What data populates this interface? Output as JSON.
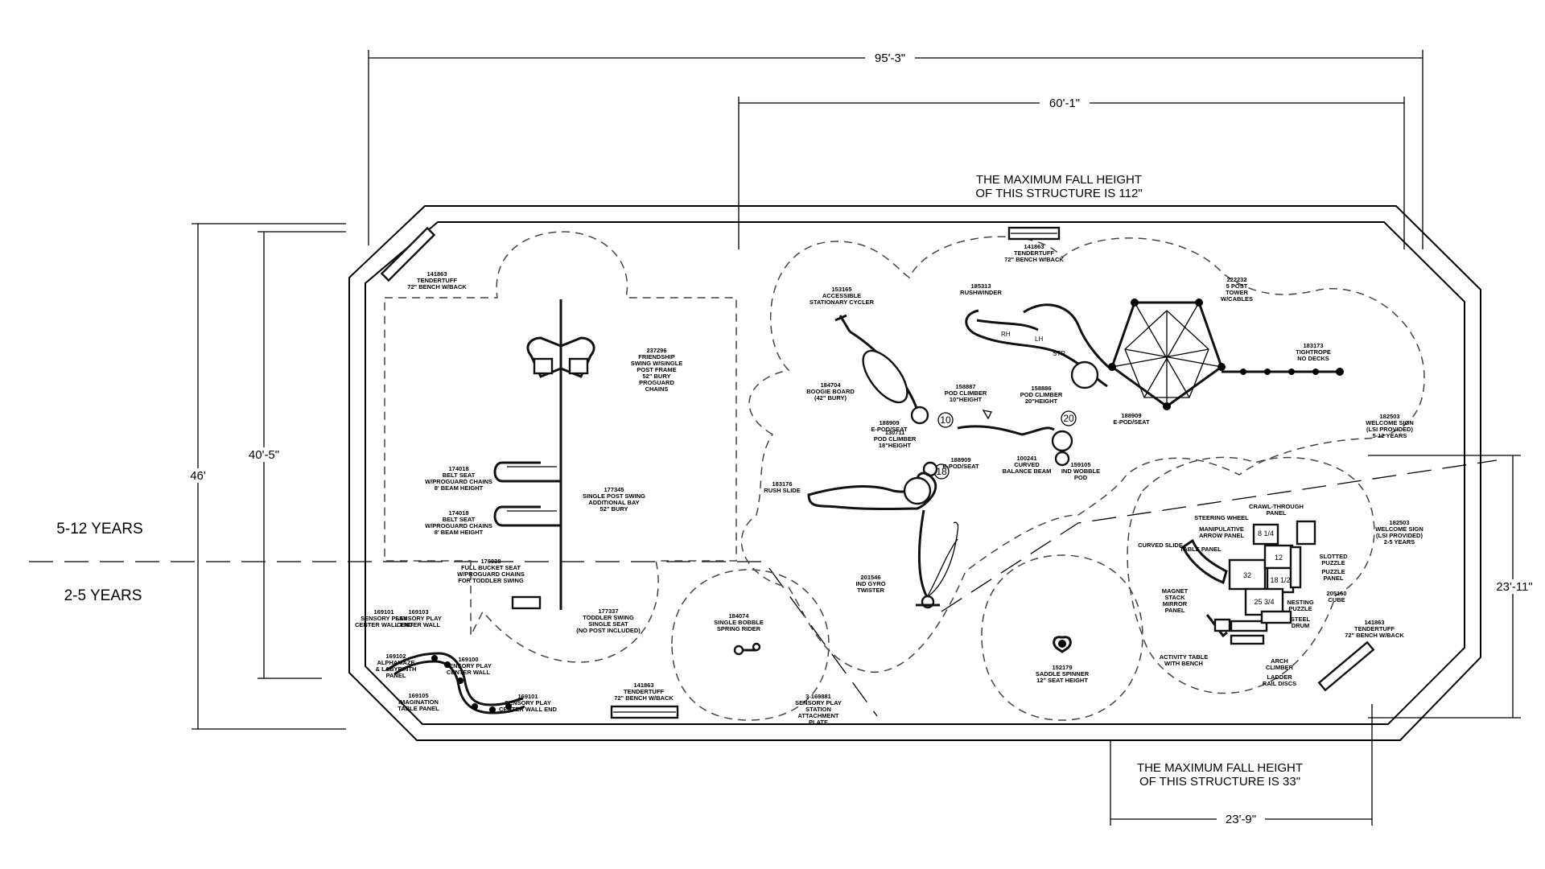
{
  "dimensions": {
    "overall_width": "95'-3\"",
    "upper_width": "60'-1\"",
    "overall_depth": "46'",
    "left_depth": "40'-5\"",
    "right_depth": "23'-11\"",
    "lower_width": "23'-9\""
  },
  "notes": {
    "fall_height_top_line1": "THE MAXIMUM FALL HEIGHT",
    "fall_height_top_line2": "OF THIS STRUCTURE IS 112\"",
    "fall_height_bottom_line1": "THE MAXIMUM FALL HEIGHT",
    "fall_height_bottom_line2": "OF THIS STRUCTURE IS 33\""
  },
  "age_groups": {
    "upper": "5-12 YEARS",
    "lower": "2-5 YEARS"
  },
  "callouts": {
    "bench_top_left": [
      "141863",
      "TENDERTUFF",
      "72\" BENCH W/BACK"
    ],
    "bench_top_center": [
      "141863",
      "TENDERTUFF",
      "72\" BENCH W/BACK"
    ],
    "bench_bottom": [
      "141863",
      "TENDERTUFF",
      "72\" BENCH W/BACK"
    ],
    "bench_right": [
      "141863",
      "TENDERTUFF",
      "72\" BENCH W/BACK"
    ],
    "friendship_swing": [
      "237296",
      "FRIENDSHIP",
      "SWING W/SINGLE",
      "POST FRAME",
      "52\" BURY",
      "PROGUARD",
      "CHAINS"
    ],
    "belt_seat_1": [
      "174018",
      "BELT SEAT",
      "W/PROGUARD CHAINS",
      "8' BEAM HEIGHT"
    ],
    "belt_seat_2": [
      "174018",
      "BELT SEAT",
      "W/PROGUARD CHAINS",
      "8' BEAM HEIGHT"
    ],
    "single_post_swing": [
      "177345",
      "SINGLE POST SWING",
      "ADDITIONAL BAY",
      "52\" BURY"
    ],
    "full_bucket_seat": [
      "176038",
      "FULL BUCKET SEAT",
      "W/PROGUARD CHAINS",
      "FOR TODDLER SWING"
    ],
    "toddler_swing": [
      "177337",
      "TODDLER SWING",
      "SINGLE SEAT",
      "(NO POST INCLUDED)"
    ],
    "stationary_cycler": [
      "153165",
      "ACCESSIBLE",
      "STATIONARY CYCLER"
    ],
    "rushwinder": [
      "185313",
      "RUSHWINDER"
    ],
    "five_post_tower": [
      "222232",
      "5 POST",
      "TOWER",
      "W/CABLES"
    ],
    "tightrope": [
      "183173",
      "TIGHTROPE",
      "NO DECKS"
    ],
    "boogie_board": [
      "184704",
      "BOOGIE BOARD",
      "(42\" BURY)"
    ],
    "pod_climber_10": [
      "158887",
      "POD CLIMBER",
      "10\"HEIGHT"
    ],
    "pod_climber_20": [
      "158886",
      "POD CLIMBER",
      "20\"HEIGHT"
    ],
    "e_pod_seat_1": [
      "188909",
      "E-POD/SEAT"
    ],
    "e_pod_seat_2": [
      "188909",
      "E-POD/SEAT"
    ],
    "e_pod_seat_3": [
      "188909",
      "E-POD/SEAT"
    ],
    "pod_climber_18": [
      "130711",
      "POD CLIMBER",
      "18\"HEIGHT"
    ],
    "curved_balance_beam": [
      "100241",
      "CURVED",
      "BALANCE BEAM"
    ],
    "wobble_pod": [
      "159105",
      "IND WOBBLE",
      "POD"
    ],
    "welcome_sign_5_12": [
      "182503",
      "WELCOME SIGN",
      "(LSI PROVIDED)",
      "5-12 YEARS"
    ],
    "rush_slide": [
      "183176",
      "RUSH SLIDE"
    ],
    "gyro_twister": [
      "201546",
      "IND GYRO",
      "TWISTER"
    ],
    "welcome_sign_2_5": [
      "182503",
      "WELCOME SIGN",
      "(LSI PROVIDED)",
      "2-5 YEARS"
    ],
    "sensory_wall_end_1": [
      "169101",
      "SENSORY PLAY",
      "CENTER WALL END"
    ],
    "sensory_wall_1": [
      "169103",
      "SENSORY PLAY",
      "CENTER WALL"
    ],
    "alphamaze": [
      "169102",
      "ALPHAMAZE",
      "& LABYRINTH",
      "PANEL"
    ],
    "sensory_wall_2": [
      "169100",
      "SENSORY PLAY",
      "CENTER WALL"
    ],
    "imagination_panel": [
      "169105",
      "IMAGINATION",
      "TABLE PANEL"
    ],
    "sensory_wall_end_2": [
      "169101",
      "SENSORY PLAY",
      "CENTER WALL END"
    ],
    "spring_rider": [
      "184074",
      "SINGLE BOBBLE",
      "SPRING RIDER"
    ],
    "attachment_plate": [
      "3-169881",
      "SENSORY PLAY",
      "STATION",
      "ATTACHMENT",
      "PLATE"
    ],
    "saddle_spinner": [
      "152179",
      "SADDLE SPINNER",
      "12\" SEAT HEIGHT"
    ],
    "cube": [
      "205160",
      "CUBE"
    ],
    "steering_wheel": [
      "STEERING WHEEL"
    ],
    "manipulative_panel": [
      "MANIPULATIVE",
      "ARROW PANEL"
    ],
    "crawl_through": [
      "CRAWL-THROUGH",
      "PANEL"
    ],
    "curved_slide": [
      "CURVED SLIDE"
    ],
    "table_panel": [
      "TABLE PANEL"
    ],
    "slotted_puzzle": [
      "SLOTTED",
      "PUZZLE"
    ],
    "puzzle_panel": [
      "PUZZLE",
      "PANEL"
    ],
    "magnet_mirror": [
      "MAGNET",
      "STACK",
      "MIRROR",
      "PANEL"
    ],
    "nesting_puzzle": [
      "NESTING",
      "PUZZLE"
    ],
    "steel_drum": [
      "STEEL",
      "DRUM"
    ],
    "activity_table": [
      "ACTIVITY TABLE",
      "WITH BENCH"
    ],
    "arch_climber": [
      "ARCH",
      "CLIMBER"
    ],
    "ladder": [
      "LADDER",
      "RAIL DISCS"
    ]
  },
  "deck_heights": [
    "8 1/4",
    "32",
    "12",
    "18 1/2",
    "25 3/4"
  ],
  "pod_markers": [
    "10",
    "18",
    "20"
  ],
  "slide_labels": [
    "RH",
    "LH",
    "STR"
  ]
}
